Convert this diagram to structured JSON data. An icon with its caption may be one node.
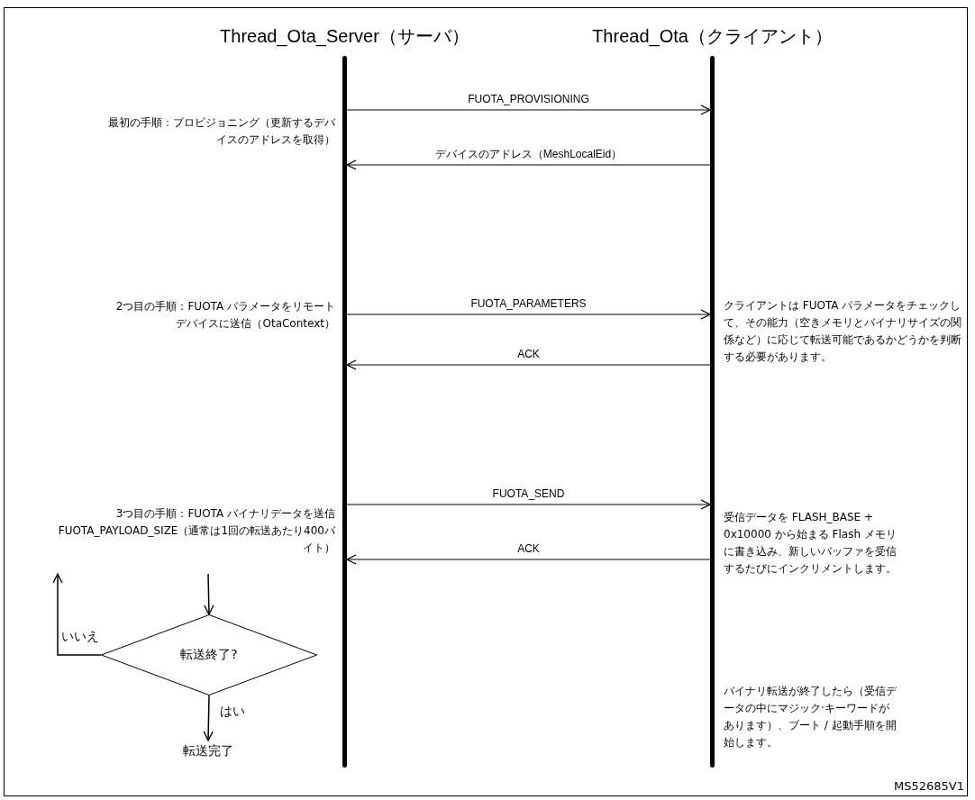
{
  "diagram": {
    "nodes": [
      {
        "text": [
          "Thread_Ota_Server（サーバ）"
        ]
      },
      {
        "text": [
          "Thread_Ota（クライアント）"
        ]
      },
      {
        "text": [
          "転送終了?"
        ]
      },
      {
        "text": [
          "転送完了"
        ]
      }
    ],
    "edges": [
      {
        "from": 0,
        "to": 1,
        "arrow": "to",
        "label": "FUOTA_PROVISIONING"
      },
      {
        "from": 1,
        "to": 0,
        "arrow": "to",
        "label": "デバイスのアドレス（MeshLocalEid）"
      },
      {
        "from": 0,
        "to": 1,
        "arrow": "to",
        "label": "FUOTA_PARAMETERS"
      },
      {
        "from": 1,
        "to": 0,
        "arrow": "to",
        "label": "ACK"
      },
      {
        "from": 0,
        "to": 1,
        "arrow": "to",
        "label": "FUOTA_SEND"
      },
      {
        "from": 1,
        "to": 0,
        "arrow": "to",
        "label": "ACK"
      },
      {
        "from": null,
        "to": 2,
        "arrow": "to"
      },
      {
        "from": 2,
        "to": null,
        "arrow": "to",
        "label": "いいえ"
      },
      {
        "from": 2,
        "to": 3,
        "arrow": "to",
        "label": "はい"
      }
    ],
    "labels": [
      "最初の手順：プロビジョニング（更新するデバイスのアドレスを取得）",
      "2つ目の手順：FUOTA パラメータをリモートデバイスに送信（OtaContext）",
      "クライアントは FUOTA パラメータをチェックして、その能力（空きメモリとバイナリサイズの関係など）に応じて転送可能であるかどうかを判断する必要があります。",
      "3つ目の手順：FUOTA バイナリデータを送信 FUOTA_PAYLOAD_SIZE（通常は1回の転送あたり400バイト）",
      "受信データを FLASH_BASE + 0x10000 から始まる Flash メモリに書き込み、新しいバッファを受信するたびにインクリメントします。",
      "バイナリ転送が終了したら（受信データの中にマジック·キーワードがあります）、ブート / 起動手順を開始します。",
      "MS52685V1"
    ]
  }
}
